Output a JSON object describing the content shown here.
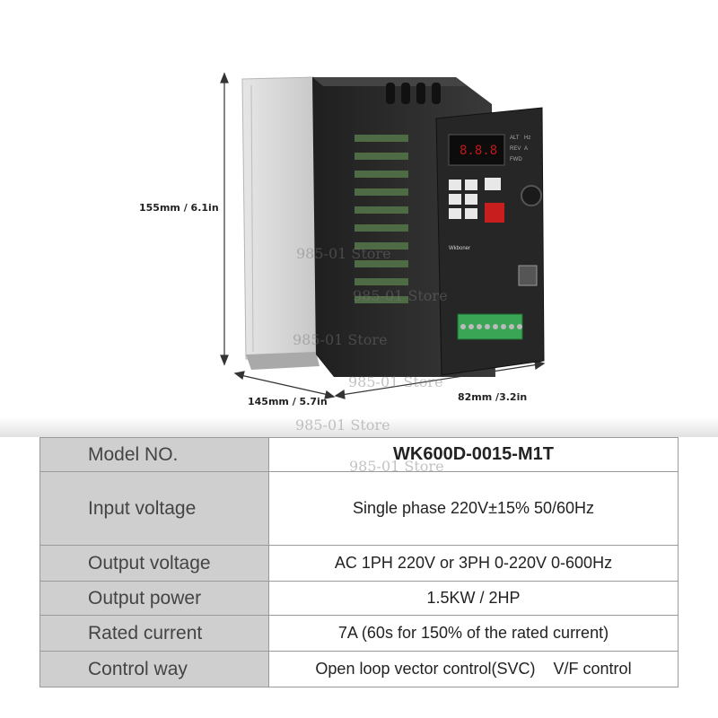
{
  "dimensions": {
    "height": "155mm / 6.1in",
    "width": "145mm / 5.7in",
    "depth": "82mm /3.2in"
  },
  "watermark": "985-01 Store",
  "device": {
    "brand": "Wkboner",
    "panel_labels": [
      "ALT",
      "Hz",
      "REV",
      "A",
      "FWD"
    ]
  },
  "specs": [
    {
      "label": "Model NO.",
      "value": "WK600D-0015-M1T"
    },
    {
      "label": "Input voltage",
      "value": "Single phase 220V±15% 50/60Hz"
    },
    {
      "label": "Output voltage",
      "value": "AC 1PH 220V or 3PH 0-220V 0-600Hz"
    },
    {
      "label": "Output power",
      "value": "1.5KW / 2HP"
    },
    {
      "label": "Rated current",
      "value": "7A (60s for 150% of the rated current)"
    },
    {
      "label": "Control way",
      "value": "Open loop vector control(SVC)    V/F control"
    }
  ],
  "colors": {
    "label_bg": "#cfcfcf",
    "border": "#9a9a9a",
    "device_body": "#2b2b2b",
    "heatsink": "#d6d6d6",
    "terminal_green": "#3aa655"
  }
}
